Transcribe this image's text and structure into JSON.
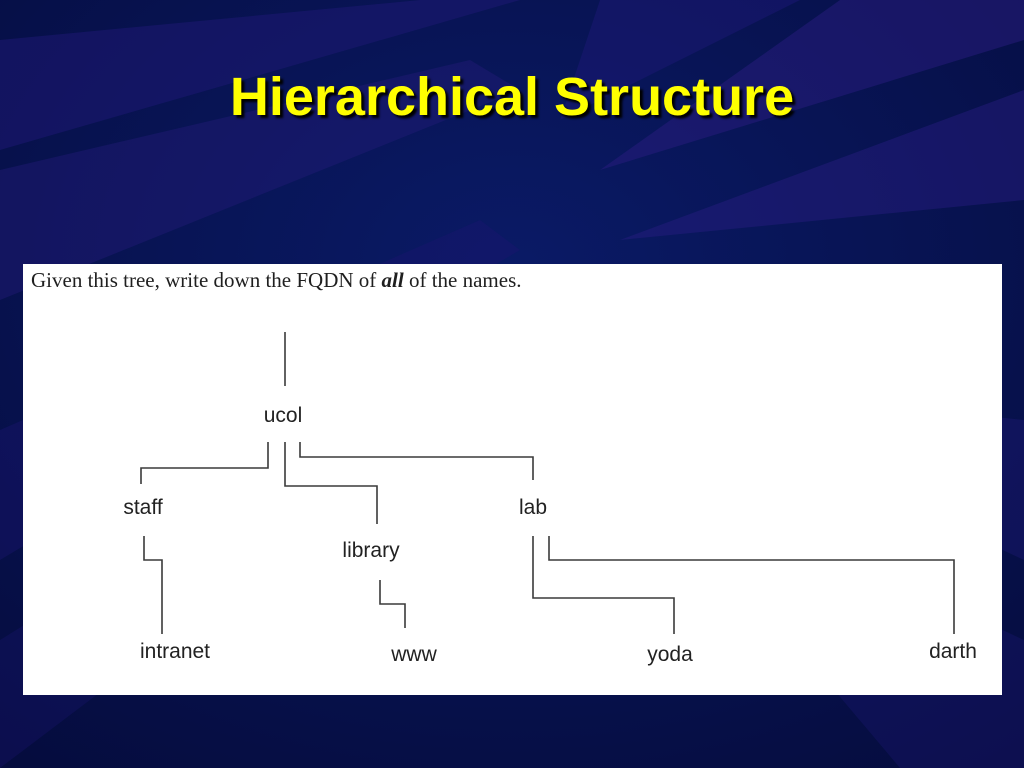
{
  "slide": {
    "title": "Hierarchical Structure"
  },
  "panel": {
    "caption_prefix": "Given this tree, write down the FQDN of ",
    "caption_emphasis": "all",
    "caption_suffix": " of the names."
  },
  "tree": {
    "nodes": {
      "ucol": "ucol",
      "staff": "staff",
      "library": "library",
      "lab": "lab",
      "intranet": "intranet",
      "www": "www",
      "yoda": "yoda",
      "darth": "darth"
    }
  },
  "colors": {
    "title": "#ffff00",
    "background": "#07124f",
    "panel": "#ffffff"
  }
}
